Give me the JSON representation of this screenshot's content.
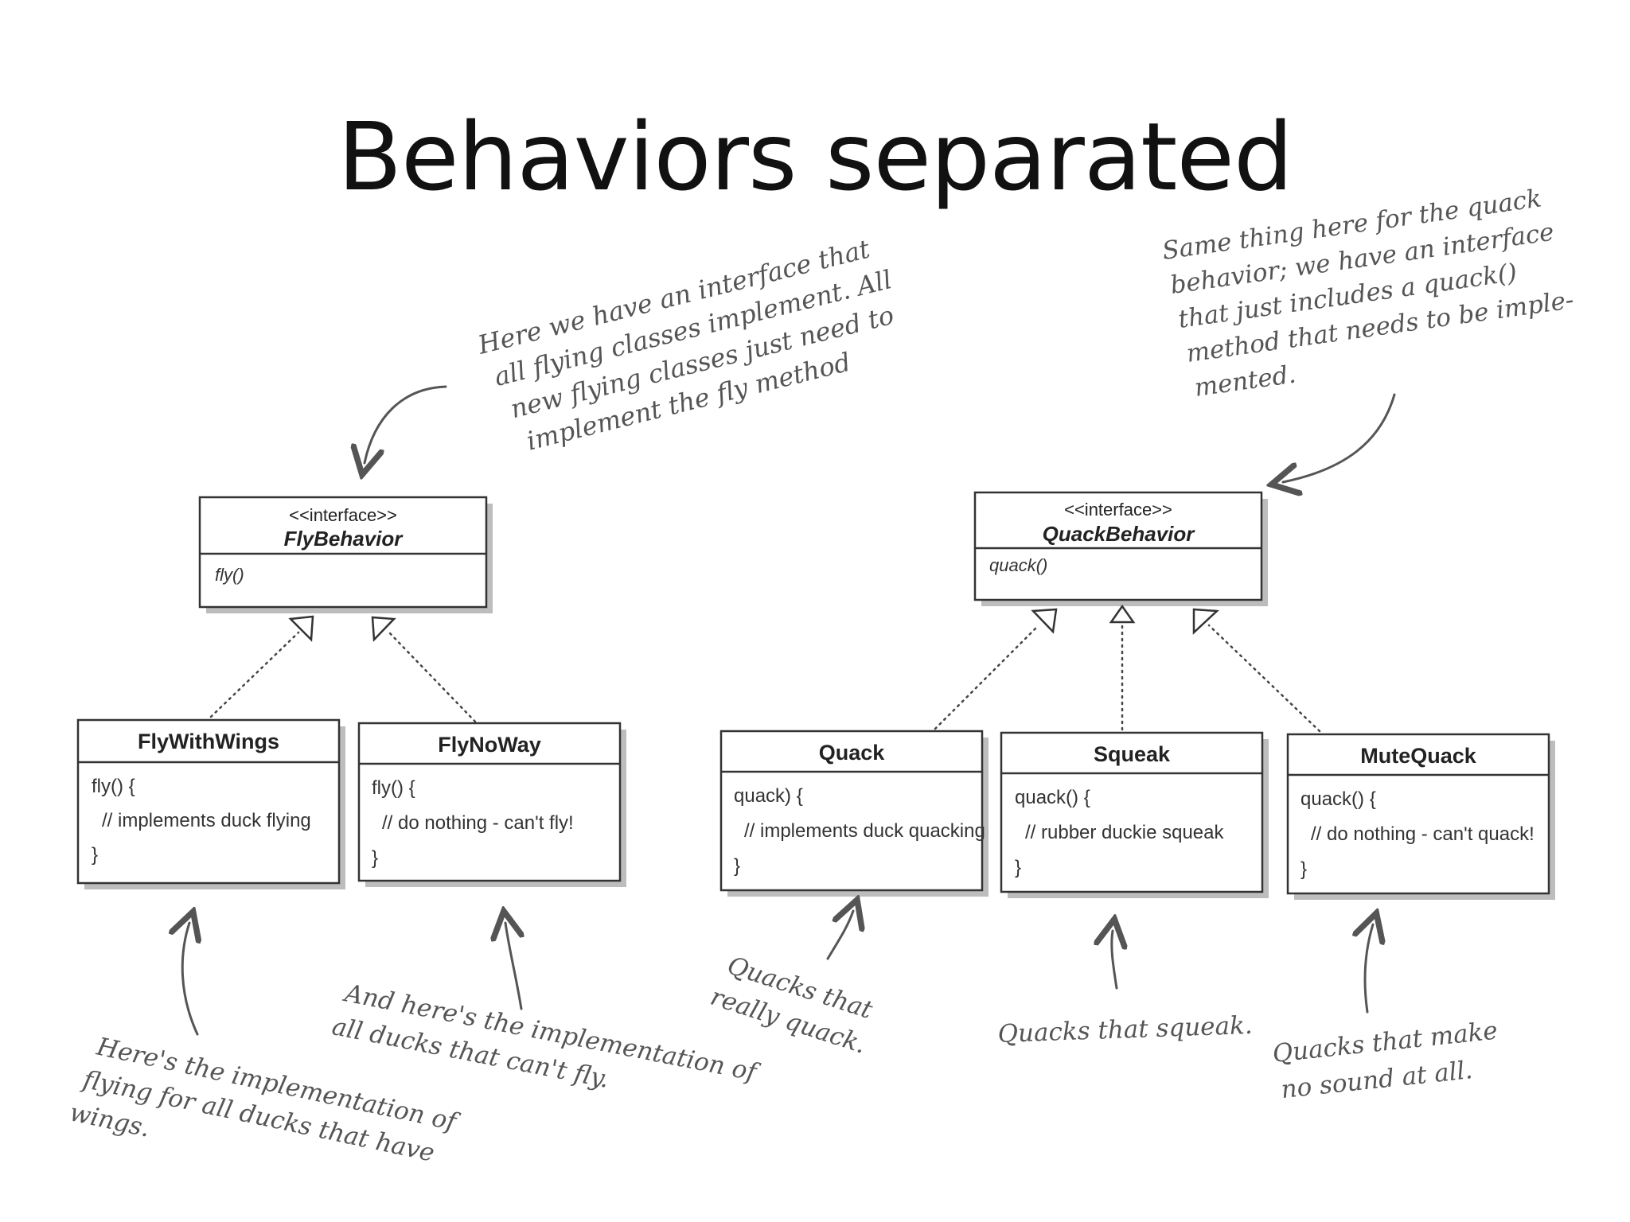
{
  "title": "Behaviors separated",
  "interfaces": {
    "fly": {
      "stereotype": "<<interface>>",
      "name": "FlyBehavior",
      "method": "fly()"
    },
    "quack": {
      "stereotype": "<<interface>>",
      "name": "QuackBehavior",
      "method": "quack()"
    }
  },
  "classes": {
    "fly_with_wings": {
      "name": "FlyWithWings",
      "body": [
        "fly() {",
        "// implements duck flying",
        "}"
      ]
    },
    "fly_no_way": {
      "name": "FlyNoWay",
      "body": [
        "fly() {",
        "// do nothing - can't fly!",
        "}"
      ]
    },
    "quack": {
      "name": "Quack",
      "body": [
        "quack) {",
        "// implements duck quacking",
        "}"
      ]
    },
    "squeak": {
      "name": "Squeak",
      "body": [
        "quack() {",
        "// rubber duckie squeak",
        "}"
      ]
    },
    "mute_quack": {
      "name": "MuteQuack",
      "body": [
        "quack() {",
        "// do nothing - can't quack!",
        "}"
      ]
    }
  },
  "notes": {
    "fly_interface": [
      "Here we have an interface that",
      "all flying classes implement. All",
      "new flying classes just need to",
      "implement the fly method"
    ],
    "quack_interface": [
      "Same thing here for the quack",
      "behavior; we have an interface",
      "that just includes a quack()",
      "method that needs to be imple-",
      "mented."
    ],
    "fly_with_wings": [
      "Here's the implementation of",
      "flying for all ducks that have",
      "wings."
    ],
    "fly_no_way": [
      "And here's the implementation of",
      "all ducks that can't fly."
    ],
    "quack": [
      "Quacks that",
      "really quack."
    ],
    "squeak": [
      "Quacks that squeak."
    ],
    "mute_quack": [
      "Quacks that make",
      "no sound at all."
    ]
  }
}
